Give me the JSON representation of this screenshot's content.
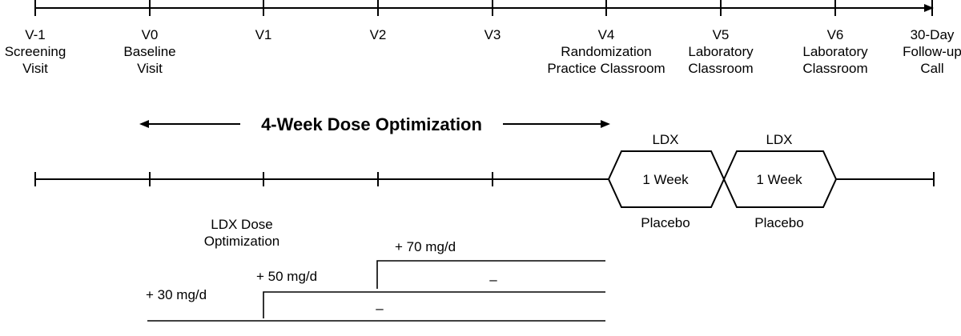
{
  "visits": [
    {
      "code": "V-1",
      "lines": [
        "Screening",
        "Visit"
      ]
    },
    {
      "code": "V0",
      "lines": [
        "Baseline",
        "Visit"
      ]
    },
    {
      "code": "V1",
      "lines": []
    },
    {
      "code": "V2",
      "lines": []
    },
    {
      "code": "V3",
      "lines": []
    },
    {
      "code": "V4",
      "lines": [
        "Randomization",
        "Practice Classroom"
      ]
    },
    {
      "code": "V5",
      "lines": [
        "Laboratory",
        "Classroom"
      ]
    },
    {
      "code": "V6",
      "lines": [
        "Laboratory",
        "Classroom"
      ]
    },
    {
      "code": "30-Day",
      "lines": [
        "Follow-up",
        "Call"
      ]
    }
  ],
  "dose_optimization": {
    "title": "4-Week Dose Optimization"
  },
  "crossover": [
    {
      "top": "LDX",
      "center": "1 Week",
      "bottom": "Placebo"
    },
    {
      "top": "LDX",
      "center": "1 Week",
      "bottom": "Placebo"
    }
  ],
  "dose_section": {
    "title_lines": [
      "LDX Dose",
      "Optimization"
    ],
    "steps": [
      {
        "label": "+ 30 mg/d",
        "mark": ""
      },
      {
        "label": "+ 50 mg/d",
        "mark": "–"
      },
      {
        "label": "+ 70 mg/d",
        "mark": "–"
      }
    ]
  }
}
